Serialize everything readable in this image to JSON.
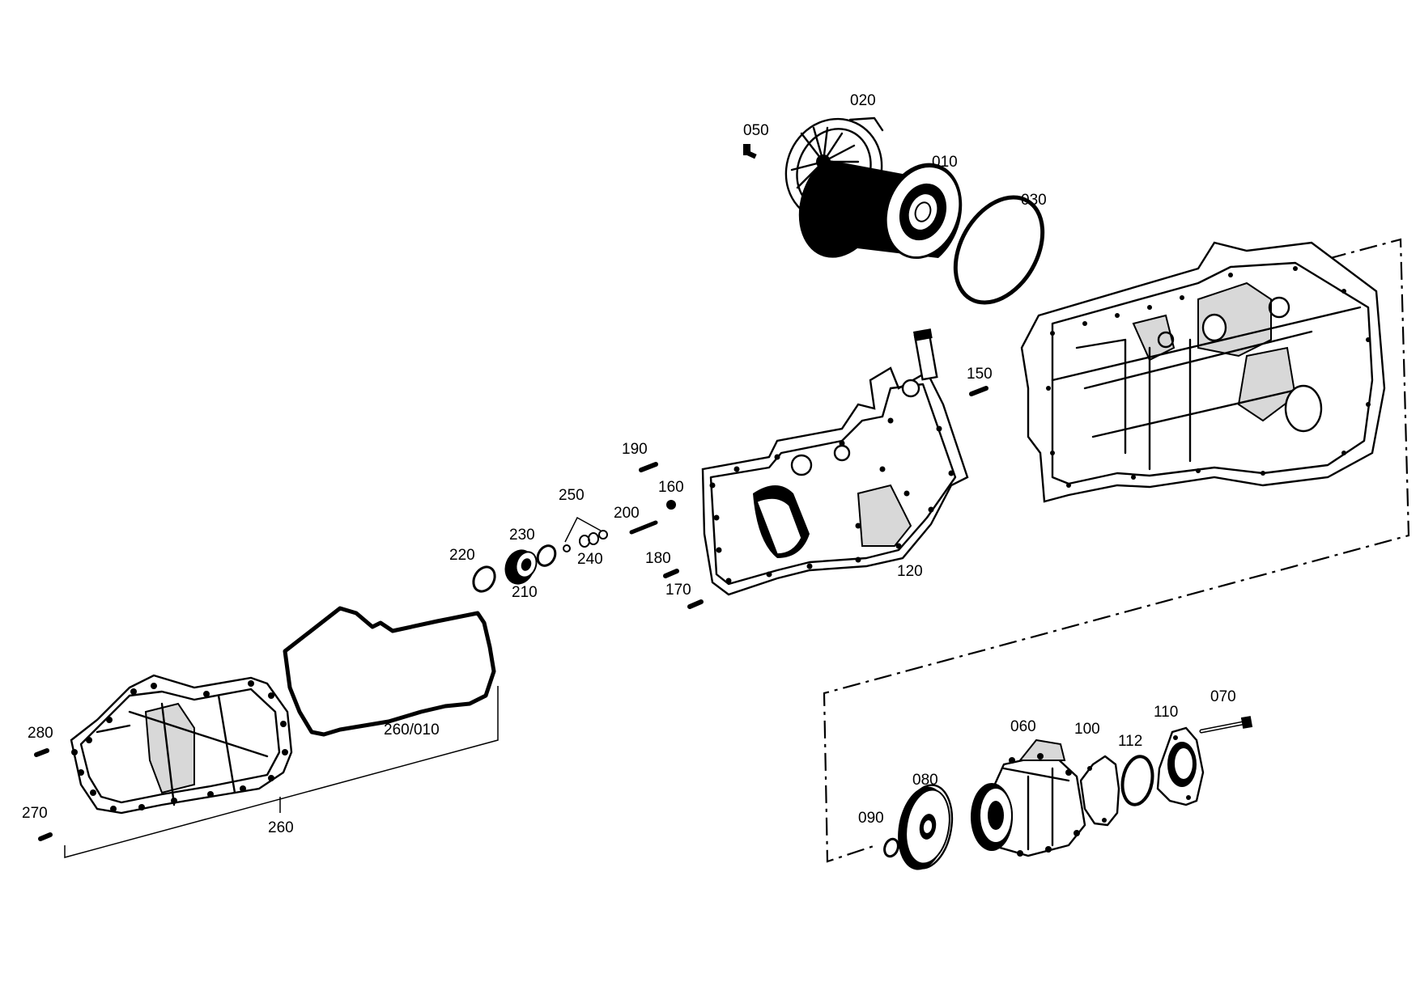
{
  "labels": {
    "p010": "010",
    "p020": "020",
    "p030": "030",
    "p050": "050",
    "p060": "060",
    "p070": "070",
    "p080": "080",
    "p090": "090",
    "p100": "100",
    "p110": "110",
    "p112": "112",
    "p120": "120",
    "p150": "150",
    "p160": "160",
    "p170": "170",
    "p180": "180",
    "p190": "190",
    "p200": "200",
    "p210": "210",
    "p220": "220",
    "p230": "230",
    "p240": "240",
    "p250": "250",
    "p260": "260",
    "p260_010": "260/010",
    "p270": "270",
    "p280": "280"
  },
  "colors": {
    "line": "#000000",
    "background": "#ffffff"
  }
}
